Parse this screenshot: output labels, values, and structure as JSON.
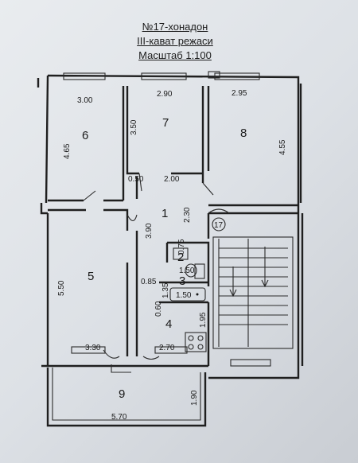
{
  "header": {
    "line1": "№17-хонадон",
    "line2": "III-кават режаси",
    "line3": "Масштаб 1:100"
  },
  "rooms": {
    "r1": "1",
    "r2": "2",
    "r3": "3",
    "r4": "4",
    "r5": "5",
    "r6": "6",
    "r7": "7",
    "r8": "8",
    "r9": "9",
    "stair": "17"
  },
  "dims": {
    "w6": "3.00",
    "h6": "4.65",
    "w7": "2.90",
    "h7": "3.50",
    "w8": "2.95",
    "h8": "4.55",
    "d050": "0.50",
    "d200": "2.00",
    "d230": "2.30",
    "d390": "3.90",
    "h5": "5.50",
    "w5": "3.30",
    "d075": "0.75",
    "d150a": "1.50",
    "d085": "0.85",
    "d135": "1.35",
    "d150b": "1.50",
    "d060": "0.60",
    "d195": "1.95",
    "d270": "2.70",
    "w9": "5.70",
    "h9": "1.90"
  }
}
